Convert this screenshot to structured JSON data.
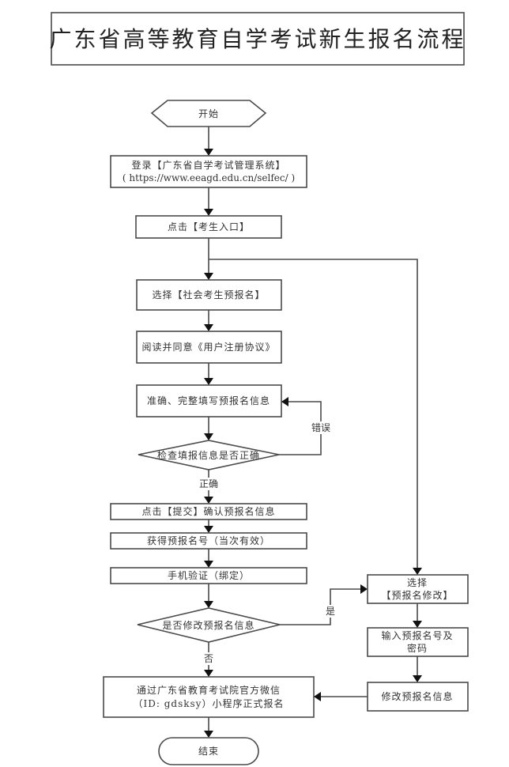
{
  "title": "广东省高等教育自学考试新生报名流程",
  "nodes": {
    "start": "开始",
    "login_line1": "登录【广东省自学考试管理系统】",
    "login_line2": "( https://www.eeagd.edu.cn/selfec/ )",
    "click_entry": "点击【考生入口】",
    "choose_social": "选择【社会考生预报名】",
    "agree": "阅读并同意《用户注册协议》",
    "fill_info": "准确、完整填写预报名信息",
    "check_info": "检查填报信息是否正确",
    "submit": "点击【提交】确认预报名信息",
    "get_number": "获得预报名号（当次有效）",
    "phone_verify": "手机验证（绑定）",
    "modify_decision": "是否修改预报名信息",
    "formal_line1": "通过广东省教育考试院官方微信",
    "formal_line2": "（ID: gdsksy）小程序正式报名",
    "end": "结束",
    "choose_modify_line1": "选择",
    "choose_modify_line2": "【预报名修改】",
    "input_number_line1": "输入预报名号及",
    "input_number_line2": "密码",
    "modify_info": "修改预报名信息"
  },
  "edge_labels": {
    "error": "错误",
    "correct": "正确",
    "yes": "是",
    "no": "否"
  }
}
